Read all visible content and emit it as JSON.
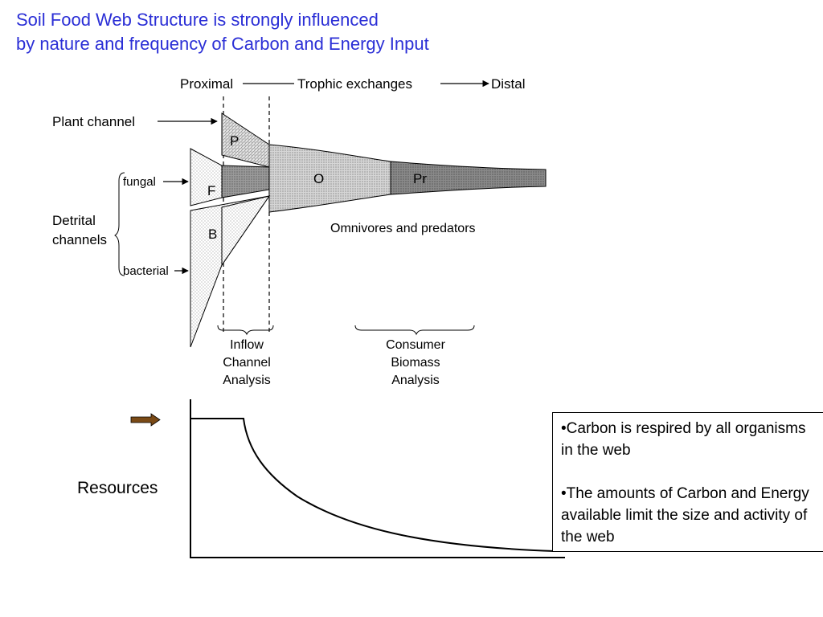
{
  "title": {
    "line1": "Soil Food Web Structure is strongly influenced",
    "line2": "by nature and frequency of Carbon and Energy Input"
  },
  "diagram": {
    "top_labels": {
      "proximal": "Proximal",
      "trophic": "Trophic exchanges",
      "distal": "Distal"
    },
    "left_labels": {
      "plant_channel": "Plant channel",
      "fungal": "fungal",
      "detrital_line1": "Detrital",
      "detrital_line2": "channels",
      "bacterial": "bacterial"
    },
    "compartments": {
      "p": "P",
      "f": "F",
      "b": "B",
      "o": "O",
      "pr": "Pr"
    },
    "omnivores_label": "Omnivores and predators",
    "inflow": {
      "line1": "Inflow",
      "line2": "Channel",
      "line3": "Analysis"
    },
    "consumer": {
      "line1": "Consumer",
      "line2": "Biomass",
      "line3": "Analysis"
    }
  },
  "resources_chart": {
    "ylabel": "Resources",
    "arrow_color": "#7a4a16"
  },
  "info_box": {
    "bullet1": "•Carbon is respired by all organisms in the web",
    "bullet2": "•The amounts of Carbon and Energy available limit the size and activity of the web"
  }
}
